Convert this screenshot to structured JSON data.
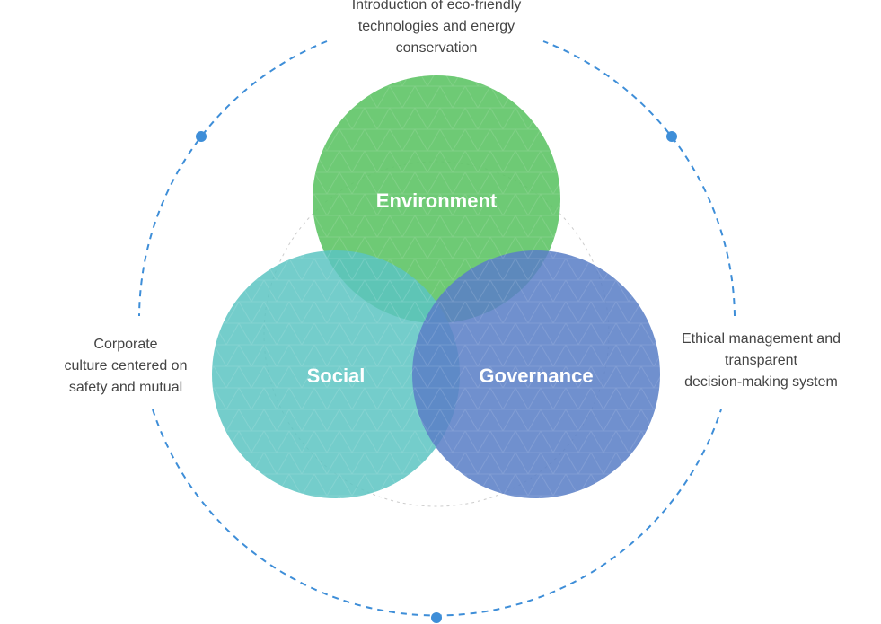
{
  "esg": {
    "environment": {
      "label": "Environment",
      "caption": [
        "Introduction of eco-friendly",
        "technologies and energy",
        "conservation"
      ]
    },
    "social": {
      "label": "Social",
      "caption": [
        "Corporate",
        "culture centered on",
        "safety and mutual"
      ]
    },
    "governance": {
      "label": "Governance",
      "caption": [
        "Ethical management and",
        "transparent",
        "decision-making system"
      ]
    }
  },
  "colors": {
    "environment": "#5ec466",
    "social": "#5cc4c2",
    "governance": "#5b7fc7",
    "ring": "#3e8ed8"
  }
}
